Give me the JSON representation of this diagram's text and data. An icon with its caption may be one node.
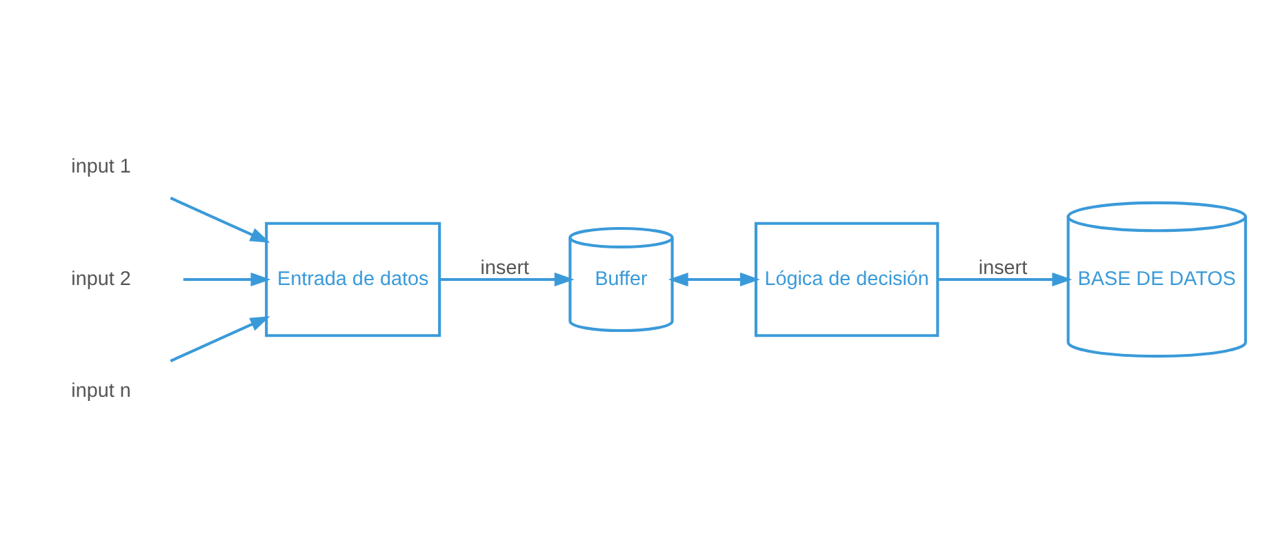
{
  "diagram": {
    "nodes": [
      {
        "text": [
          "input 1"
        ]
      },
      {
        "text": [
          "input 2"
        ]
      },
      {
        "text": [
          "input n"
        ]
      },
      {
        "text": [
          "Entrada de datos"
        ]
      },
      {
        "text": [
          "Buffer"
        ]
      },
      {
        "text": [
          "Lógica de decisión"
        ]
      },
      {
        "text": [
          "BASE DE DATOS"
        ]
      }
    ],
    "edges": [
      {
        "from": 0,
        "to": 3,
        "arrow": "to"
      },
      {
        "from": 1,
        "to": 3,
        "arrow": "to"
      },
      {
        "from": 2,
        "to": 3,
        "arrow": "to"
      },
      {
        "from": 3,
        "to": 4,
        "arrow": "to",
        "label": "insert"
      },
      {
        "from": 4,
        "to": 5,
        "arrow": "both"
      },
      {
        "from": 5,
        "to": 6,
        "arrow": "to",
        "label": "insert"
      }
    ]
  }
}
